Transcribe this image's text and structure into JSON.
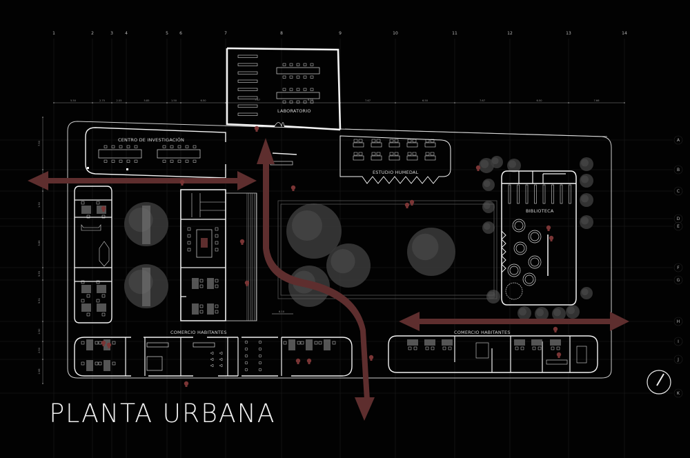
{
  "title": "PLANTA URBANA",
  "grid": {
    "columns": [
      "1",
      "2",
      "3",
      "4",
      "5",
      "6",
      "7",
      "8",
      "9",
      "10",
      "11",
      "12",
      "13",
      "14"
    ],
    "rows": [
      "A",
      "B",
      "C",
      "D",
      "E",
      "F",
      "G",
      "H",
      "I",
      "J",
      "K"
    ]
  },
  "dimensions": {
    "top": [
      "5.50",
      "2.75",
      "2.55",
      "5.85",
      "1.50",
      "6.50",
      "7.67",
      "6.50",
      "7.67",
      "6.50",
      "7.66"
    ],
    "left": [
      "7.50",
      "4.50",
      "1.50",
      "5.86",
      "5.55",
      "5.51",
      "2.50",
      "2.50",
      "2.68"
    ],
    "lab_tables": [
      "7.67",
      "6.50"
    ],
    "ramp": "6.10"
  },
  "spaces": {
    "laboratorio": "LABORATORIO",
    "centro": "CENTRO DE INVESTIGACIÓN",
    "estudio": "ESTUDIO HUMEDAL",
    "biblioteca": "BIBLIOTECA",
    "comercio_left": "COMERCIO HABITANTES",
    "comercio_right": "COMERCIO HABITANTES"
  },
  "colors": {
    "background": "#020202",
    "lines": "#f2f2f2",
    "circulation": "#5e2e2e",
    "trees": "#3b3b3b",
    "grid": "#1b1b1b"
  }
}
